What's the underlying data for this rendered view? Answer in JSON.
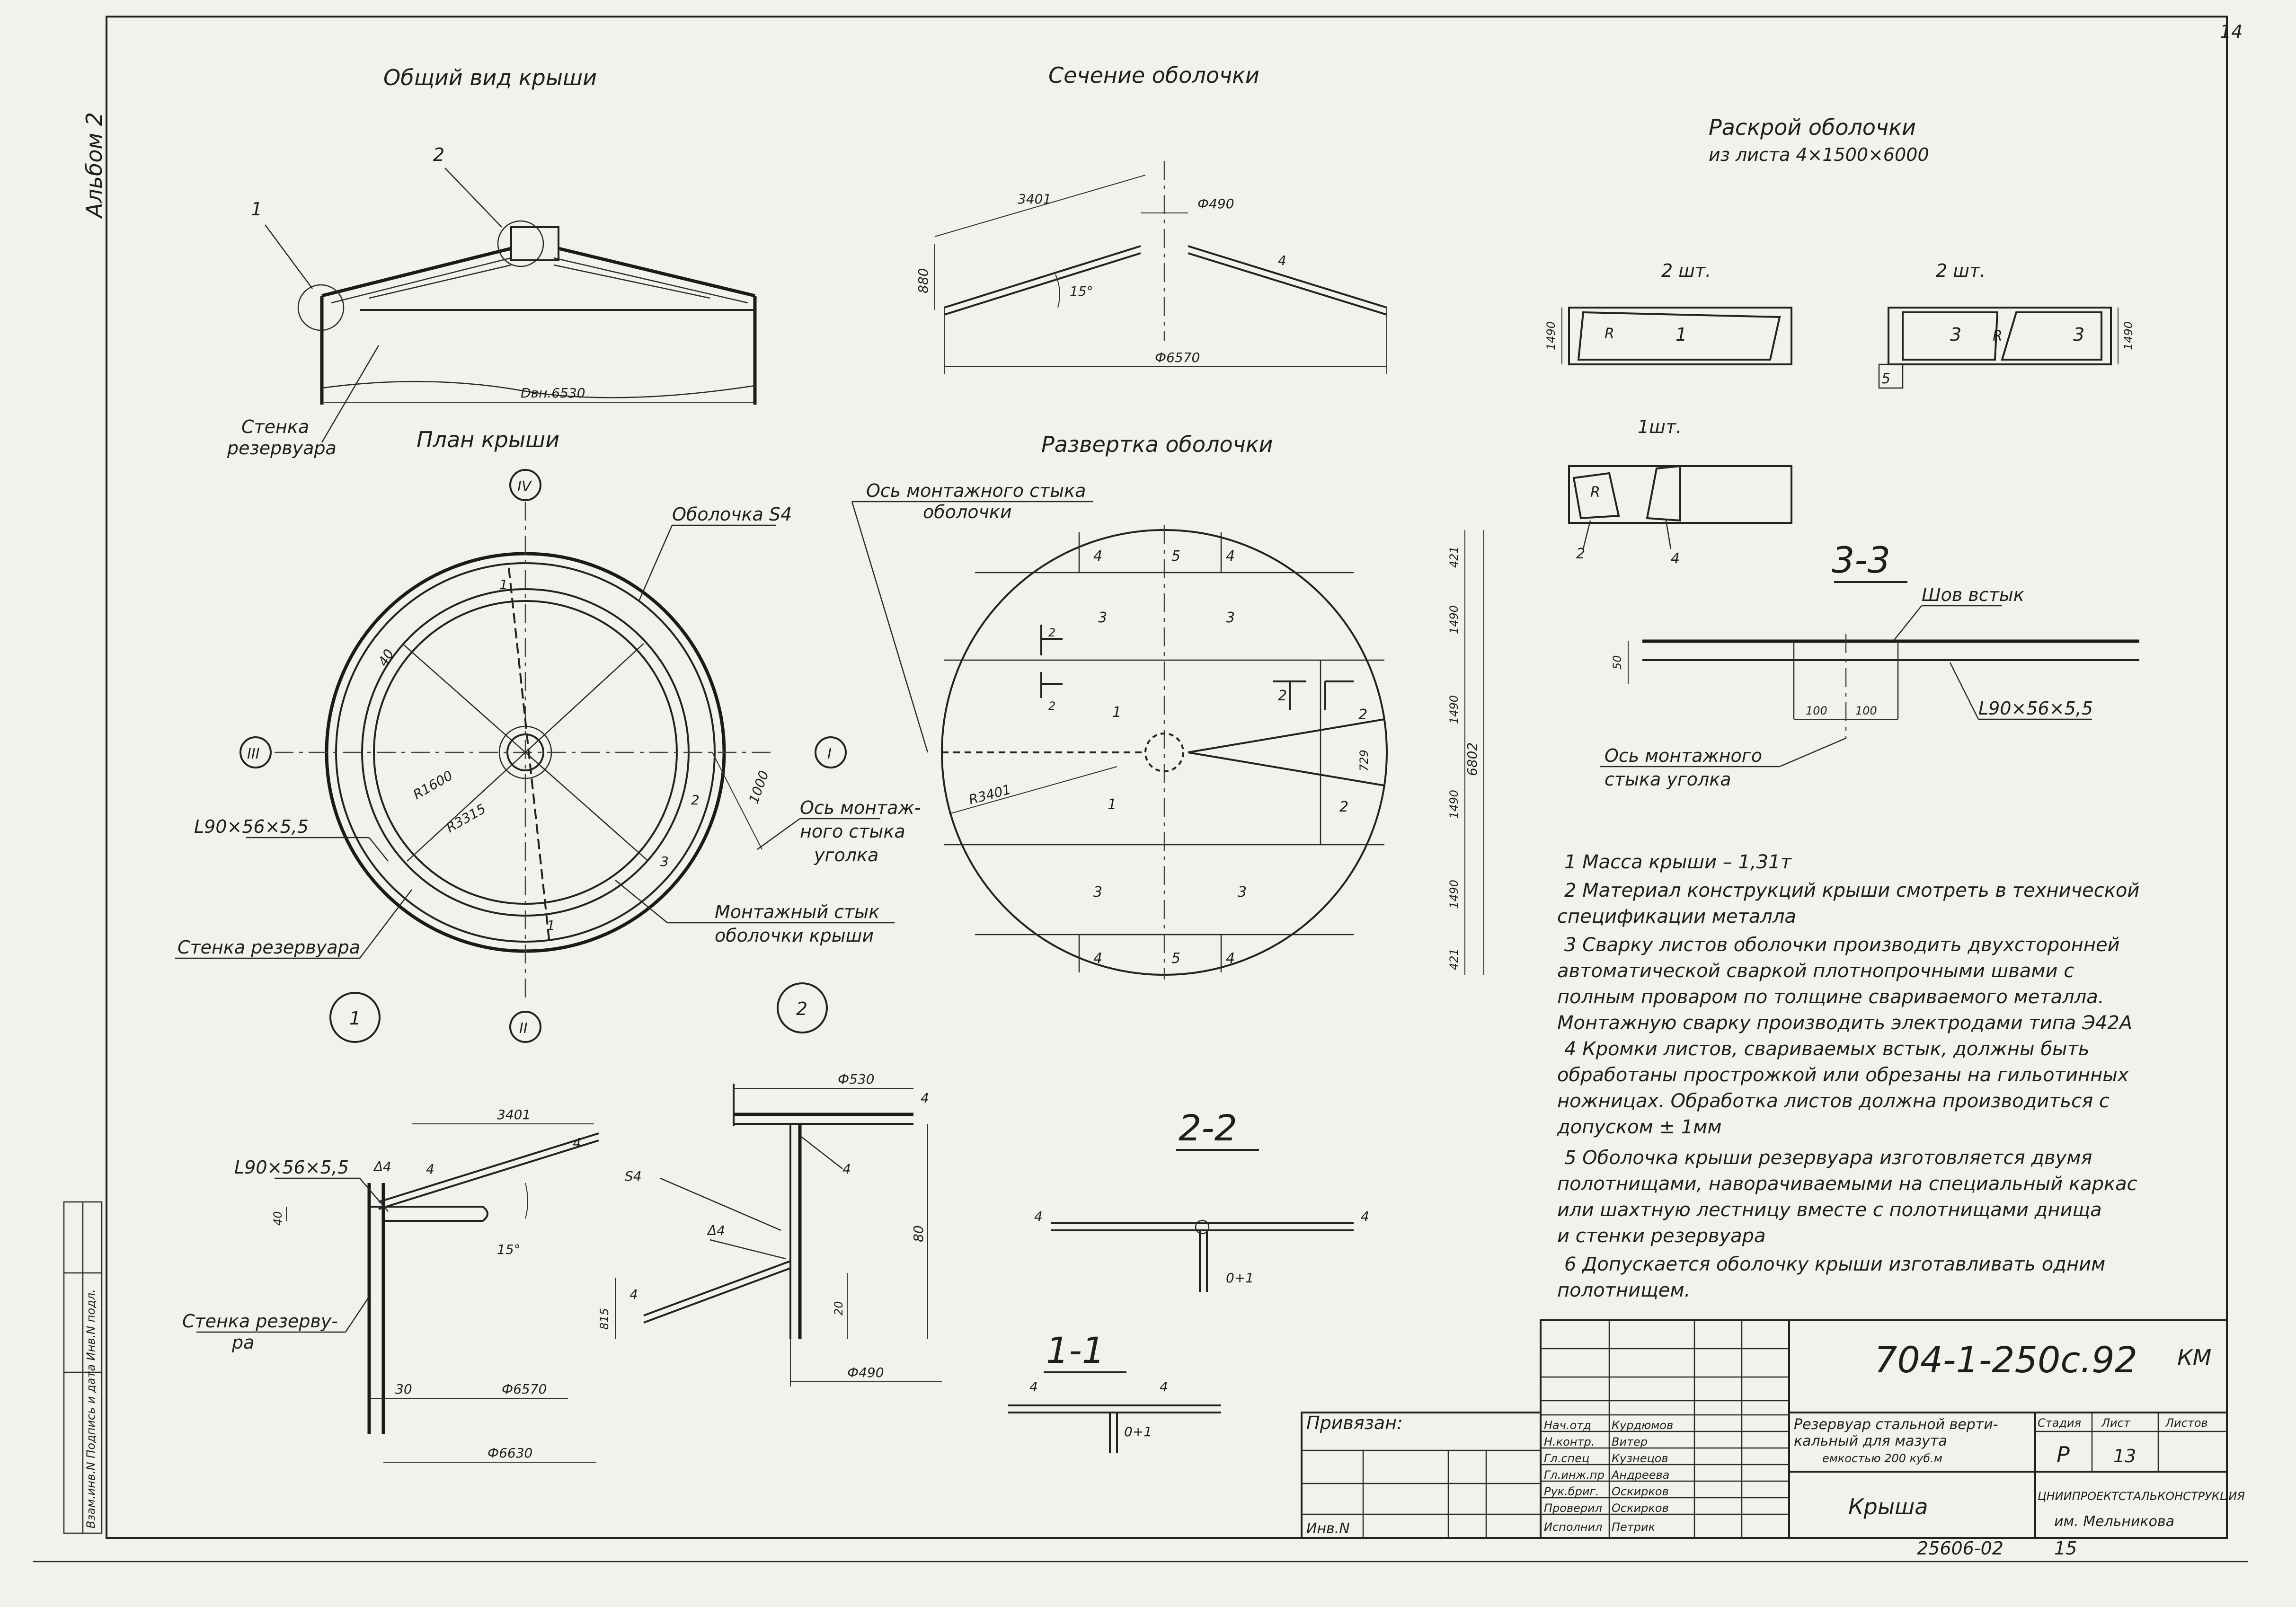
{
  "sheet": {
    "corner_number": "14",
    "album": "Альбом 2",
    "side_strip": "Взам.инв.N  Подпись и дата  Инв.N подл.",
    "bottom_number": "25606-02",
    "bottom_page": "15"
  },
  "general_view": {
    "title": "Общий вид крыши",
    "callout_1": "1",
    "callout_2": "2",
    "dim_dvn": "Dвн.6530",
    "wall_label_1": "Стенка",
    "wall_label_2": "резервуара"
  },
  "section": {
    "title": "Сечение оболочки",
    "dim_length": "3401",
    "dim_d490": "Ф490",
    "dim_880": "880",
    "dim_angle": "15°",
    "dim_thk": "4",
    "dim_d6570": "Ф6570"
  },
  "cutting": {
    "title_1": "Раскрой оболочки",
    "title_2": "из листа 4×1500×6000",
    "count_a": "2 шт.",
    "count_b": "2 шт.",
    "count_c": "1шт.",
    "dim_1490": "1490",
    "label_R": "R",
    "label_1": "1",
    "label_2": "2",
    "label_3": "3",
    "label_4": "4",
    "label_5": "5"
  },
  "plan": {
    "title": "План крыши",
    "axis_1": "I",
    "axis_2": "II",
    "axis_3": "III",
    "axis_4": "IV",
    "shell_label": "Оболочка S4",
    "r1600": "R1600",
    "r3315": "R3315",
    "angle_label": "L90×56×5,5",
    "wall_label": "Стенка резервуара",
    "mount_joint_1": "Монтажный стык",
    "mount_joint_2": "оболочки крыши",
    "angle_axis_1": "Ось монтаж-",
    "angle_axis_2": "ного стыка",
    "angle_axis_3": "уголка",
    "dim_1000": "1000",
    "dim_40": "40",
    "mark_1": "1",
    "mark_2": "2",
    "mark_3": "3",
    "circle_1": "1",
    "circle_2": "2"
  },
  "development": {
    "title": "Развертка оболочки",
    "axis_label_1": "Ось монтажного стыка",
    "axis_label_2": "оболочки",
    "r3401": "R3401",
    "dim_421": "421",
    "dim_1490": "1490",
    "dim_6802": "6802",
    "dim_729": "729",
    "p1": "1",
    "p2": "2",
    "p3": "3",
    "p4": "4",
    "p5": "5"
  },
  "section33": {
    "title": "3-3",
    "weld_label": "Шов встык",
    "dim_50": "50",
    "dim_100": "100",
    "angle_label": "L90×56×5,5",
    "axis_label_1": "Ось монтажного",
    "axis_label_2": "стыка уголка"
  },
  "node1": {
    "angle_label": "L90×56×5,5",
    "dim_3401": "3401",
    "dim_4": "4",
    "weld_4": "Δ4",
    "dim_40": "40",
    "dim_15": "15°",
    "wall_1": "Стенка резерву-",
    "wall_2": "ра",
    "dim_30": "30",
    "dim_d6570": "Ф6570",
    "dim_d6630": "Ф6630"
  },
  "node2": {
    "dim_d530": "Ф530",
    "dim_4": "4",
    "dim_s4": "S4",
    "weld_4": "Δ4",
    "dim_80": "80",
    "dim_20": "20",
    "dim_815": "815",
    "dim_d490": "Ф490"
  },
  "section22": {
    "title": "2-2",
    "dim_4": "4",
    "tol": "0+1"
  },
  "section11": {
    "title": "1-1",
    "dim_4": "4",
    "tol": "0+1"
  },
  "notes": [
    "1  Масса крыши – 1,31т",
    "2  Материал конструкций крыши смотреть в технической",
    "спецификации металла",
    "3  Сварку листов оболочки производить двухсторонней",
    "автоматической сваркой плотнопрочными швами с",
    "полным проваром по толщине свариваемого металла.",
    "Монтажную сварку производить электродами типа Э42А",
    "4  Кромки листов, свариваемых встык, должны быть",
    "обработаны прострожкой или обрезаны на гильотинных",
    "ножницах. Обработка листов должна производиться с",
    "допуском ± 1мм",
    "5  Оболочка крыши резервуара изготовляется двумя",
    "полотнищами, наворачиваемыми на специальный каркас",
    "или шахтную лестницу вместе с полотнищами днища",
    "и стенки резервуара",
    "6  Допускается оболочку крыши изготавливать одним",
    "полотнищем."
  ],
  "title_block": {
    "code": "704-1-250с.92",
    "suffix": "КМ",
    "privyazan": "Привязан:",
    "inv": "Инв.N",
    "roles": [
      "Нач.отд",
      "Н.контр.",
      "Гл.спец",
      "Гл.инж.пр",
      "Рук.бриг.",
      "Проверил",
      "Исполнил"
    ],
    "names": [
      "Курдюмов",
      "Витер",
      "Кузнецов",
      "Андреева",
      "Оскирков",
      "Оскирков",
      "Петрик"
    ],
    "project_1": "Резервуар стальной верти-",
    "project_2": "кальный для мазута",
    "project_3": "емкостью 200 куб.м",
    "stage_h": "Стадия",
    "sheet_h": "Лист",
    "sheets_h": "Листов",
    "stage": "Р",
    "sheet": "13",
    "sheets": "",
    "drawing_name": "Крыша",
    "org_1": "ЦНИИПРОЕКТСТАЛЬКОНСТРУКЦИЯ",
    "org_2": "им. Мельникова"
  }
}
